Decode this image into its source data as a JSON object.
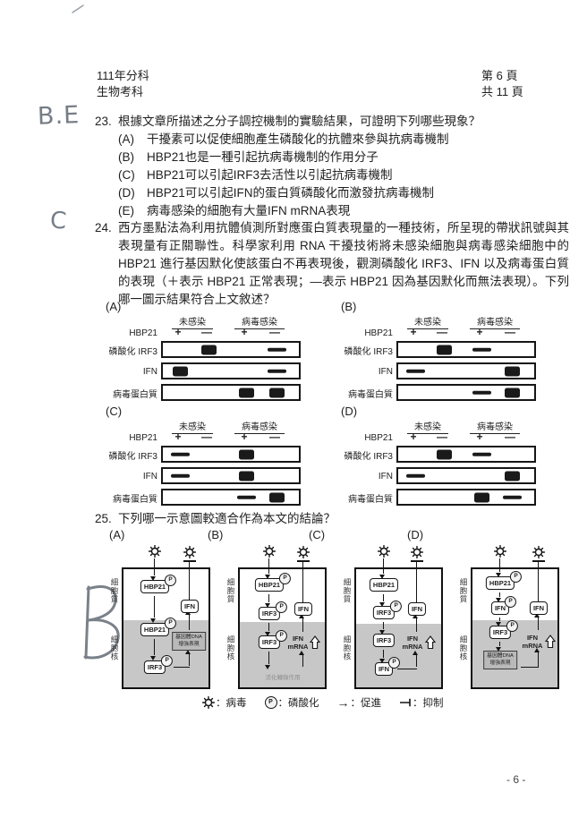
{
  "page": {
    "header": {
      "left1": "111年分科",
      "left2": "生物考科",
      "right1": "第 6 頁",
      "right2": "共 11 頁"
    },
    "footer": "- 6 -"
  },
  "handwriting": {
    "q23_mark": "B.E",
    "q24_mark": "C",
    "q25_mark": "B"
  },
  "q23": {
    "number": "23.",
    "stem": "根據文章所描述之分子調控機制的實驗結果，可證明下列哪些現象？",
    "options": [
      {
        "label": "(A)",
        "text": "干擾素可以促使細胞產生磷酸化的抗體來參與抗病毒機制"
      },
      {
        "label": "(B)",
        "text": "HBP21也是一種引起抗病毒機制的作用分子"
      },
      {
        "label": "(C)",
        "text": "HBP21可以引起IRF3去活性以引起抗病毒機制"
      },
      {
        "label": "(D)",
        "text": "HBP21可以引起IFN的蛋白質磷酸化而激發抗病毒機制"
      },
      {
        "label": "(E)",
        "text": "病毒感染的細胞有大量IFN mRNA表現"
      }
    ]
  },
  "q24": {
    "number": "24.",
    "stem": "西方墨點法為利用抗體偵測所對應蛋白質表現量的一種技術，所呈現的帶狀訊號與其表現量有正關聯性。科學家利用 RNA 干擾技術將未感染細胞與病毒感染細胞中的 HBP21 進行基因默化使該蛋白不再表現後，觀測磷酸化 IRF3、IFN 以及病毒蛋白質的表現（＋表示 HBP21 正常表現；—表示 HBP21 因為基因默化而無法表現）。下列哪一圖示結果符合上文敘述？",
    "blot": {
      "group_headers": [
        "未感染",
        "病毒感染"
      ],
      "hbp21_label": "HBP21",
      "lane_signs": [
        "+",
        "—",
        "+",
        "—"
      ],
      "row_labels": [
        "磷酸化 IRF3",
        "IFN",
        "病毒蛋白質"
      ]
    },
    "panels": [
      {
        "label": "(A)",
        "bands": [
          [
            null,
            "blob",
            null,
            "dash"
          ],
          [
            "blob",
            null,
            null,
            "dash"
          ],
          [
            null,
            null,
            "blob",
            "blob"
          ]
        ]
      },
      {
        "label": "(B)",
        "bands": [
          [
            null,
            "blob",
            "dash",
            null
          ],
          [
            "dash",
            null,
            null,
            "blob"
          ],
          [
            null,
            null,
            "dash",
            "blob"
          ]
        ]
      },
      {
        "label": "(C)",
        "bands": [
          [
            "dash",
            null,
            "blob",
            null
          ],
          [
            "dash",
            null,
            "blob",
            null
          ],
          [
            null,
            null,
            "dash",
            "blob"
          ]
        ]
      },
      {
        "label": "(D)",
        "bands": [
          [
            null,
            "blob",
            "dash",
            null
          ],
          [
            "dash",
            null,
            null,
            "blob"
          ],
          [
            null,
            null,
            "blob",
            "dash"
          ]
        ]
      }
    ]
  },
  "q25": {
    "number": "25.",
    "stem": "下列哪一示意圖較適合作為本文的結論？",
    "panel_labels": [
      "(A)",
      "(B)",
      "(C)",
      "(D)"
    ],
    "labels": {
      "cytoplasm": "細胞質",
      "nucleus": "細胞核",
      "hbp21": "HBP21",
      "irf3": "IRF3",
      "ifn": "IFN",
      "ifn_mrna_1": "IFN",
      "ifn_mrna_2": "mRNA",
      "dna_line1": "基因體DNA",
      "dna_line2": "增強表現",
      "transcription": "活化轉錄作用",
      "p": "P"
    },
    "legend": {
      "virus": "：病毒",
      "p_symbol": "P",
      "phospho": "：磷酸化",
      "promote_symbol": "→",
      "promote": "：促進",
      "inhibit": "：抑制"
    }
  }
}
